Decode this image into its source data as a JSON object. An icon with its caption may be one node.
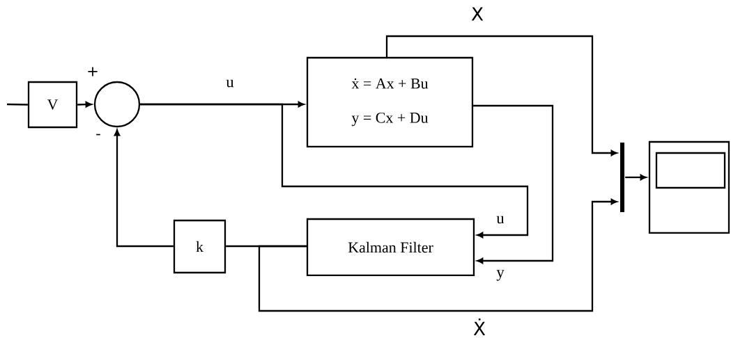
{
  "diagram": {
    "nodes": [
      {
        "text": [
          "V"
        ]
      },
      {
        "text": [],
        "shape": "circle"
      },
      {
        "text": [
          "ẋ = Ax + Bu",
          "y = Cx + Du"
        ]
      },
      {
        "text": [
          "Kalman Filter"
        ]
      },
      {
        "text": [
          "k"
        ]
      },
      {
        "text": [],
        "shape": "bar"
      },
      {
        "text": [],
        "shape": "box"
      }
    ],
    "edges": [
      {
        "from": null,
        "to": 0,
        "arrow": "none"
      },
      {
        "from": 0,
        "to": 1,
        "arrow": "to"
      },
      {
        "from": 1,
        "to": 2,
        "arrow": "to",
        "label": "u"
      },
      {
        "from": 1,
        "to": 3,
        "arrow": "to",
        "label": "u"
      },
      {
        "from": 2,
        "to": 5,
        "arrow": "to",
        "label": "X"
      },
      {
        "from": 2,
        "to": 3,
        "arrow": "to",
        "label": "y"
      },
      {
        "from": 3,
        "to": 4,
        "arrow": "none"
      },
      {
        "from": 4,
        "to": 1,
        "arrow": "to"
      },
      {
        "from": 3,
        "to": 5,
        "arrow": "to",
        "label": "Ẋ"
      },
      {
        "from": 5,
        "to": 6,
        "arrow": "to"
      }
    ],
    "labels": [
      "+",
      "-"
    ]
  }
}
